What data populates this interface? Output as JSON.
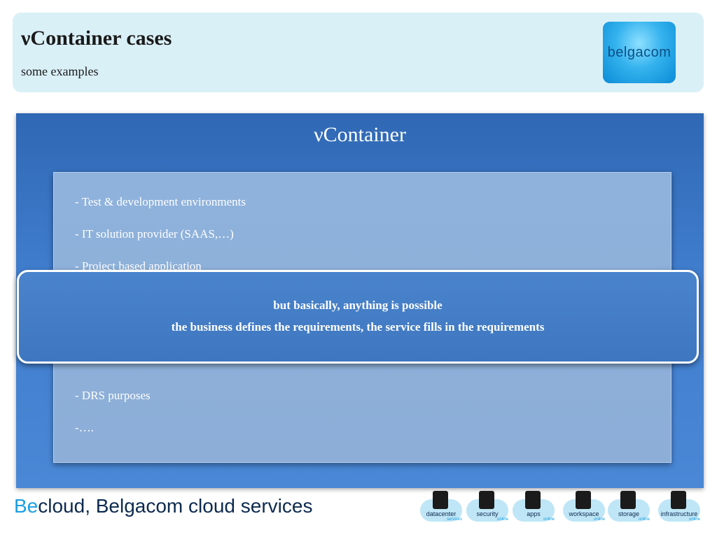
{
  "header": {
    "title": "νContainer cases",
    "subtitle": "some examples",
    "logo_text": "belgacom"
  },
  "main": {
    "title": "νContainer",
    "cases": [
      "- Test & development environments",
      "- IT solution provider (SAAS,…)",
      "- Project based application",
      "- DRS purposes",
      "-…."
    ]
  },
  "popup": {
    "line1": "but basically, anything is possible",
    "line2": "the business defines the requirements, the service fills in the requirements"
  },
  "footer": {
    "brand_prefix": "Be",
    "brand_rest": "cloud, Belgacom cloud services",
    "services": [
      {
        "name": "datacenter",
        "sub": "services",
        "icon": "datacenter-icon"
      },
      {
        "name": "security",
        "sub": "online",
        "icon": "lock-icon"
      },
      {
        "name": "apps",
        "sub": "online",
        "icon": "apps-icon"
      },
      {
        "name": "workspace",
        "sub": "online",
        "icon": "computer-icon"
      },
      {
        "name": "storage",
        "sub": "online",
        "icon": "storage-icon"
      },
      {
        "name": "infrastructure",
        "sub": "online",
        "icon": "building-icon"
      }
    ]
  }
}
